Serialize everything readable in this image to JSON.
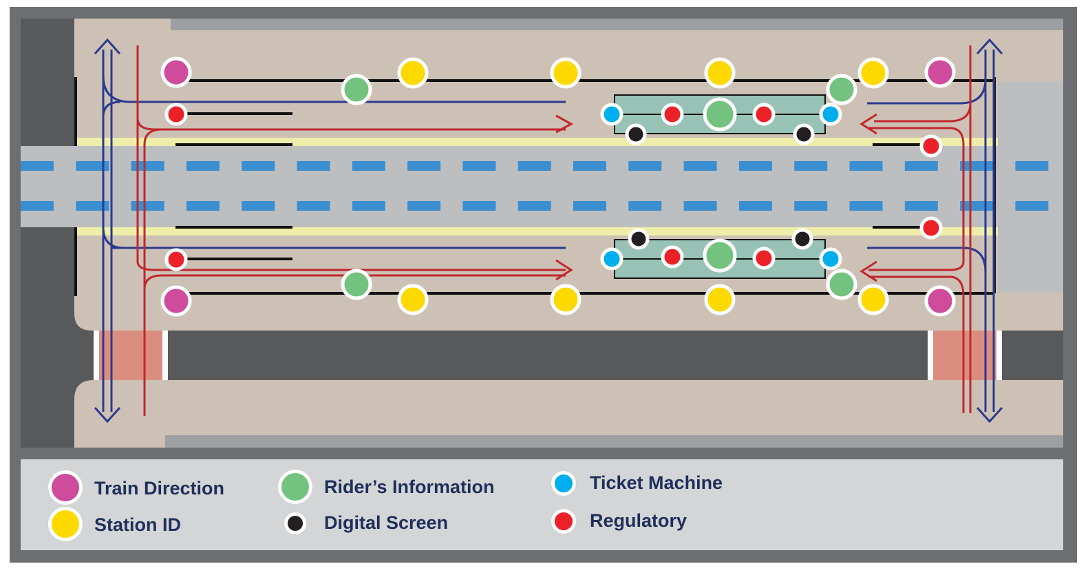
{
  "colors": {
    "frame": "#6d6e71",
    "platform": "#cdc1b5",
    "road": "#58595b",
    "trackway": "#bcbec0",
    "track_dash": "#3b8fd1",
    "tactile_strip": "#eeeeaa",
    "shelter": "#98c2b6",
    "crosswalk": "#db8e80",
    "curb": "#9d9fa2",
    "building": "#bcbec0",
    "blue_route": "#2a3a8f",
    "red_route": "#c1272d",
    "legend_bg": "#d4d5d7",
    "legend_text": "#1f2f5a"
  },
  "legend": [
    {
      "key": "train_direction",
      "label": "Train Direction",
      "color": "#cf4b9b"
    },
    {
      "key": "station_id",
      "label": "Station ID",
      "color": "#fed900"
    },
    {
      "key": "riders_information",
      "label": "Rider’s Information",
      "color": "#73c27f"
    },
    {
      "key": "digital_screen",
      "label": "Digital Screen",
      "color": "#231f20"
    },
    {
      "key": "ticket_machine",
      "label": "Ticket Machine",
      "color": "#00aeef"
    },
    {
      "key": "regulatory",
      "label": "Regulatory",
      "color": "#ec2127"
    }
  ],
  "marker_counts": {
    "train_direction": 4,
    "station_id": 8,
    "riders_information": 6,
    "digital_screen": 4,
    "ticket_machine": 4,
    "regulatory": 8
  }
}
